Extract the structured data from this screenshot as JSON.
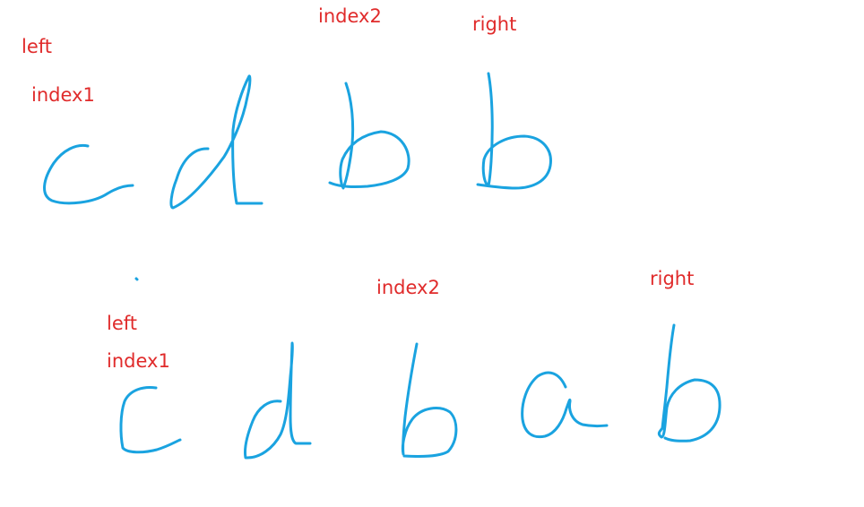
{
  "colors": {
    "label": "#e02b2b",
    "stroke": "#1aa3e0",
    "background": "#ffffff"
  },
  "top_row": {
    "letters": [
      "c",
      "d",
      "b",
      "b"
    ],
    "labels": {
      "left": "left",
      "index1": "index1",
      "index2": "index2",
      "right": "right"
    }
  },
  "bottom_row": {
    "letters": [
      "c",
      "d",
      "b",
      "a",
      "b"
    ],
    "labels": {
      "left": "left",
      "index1": "index1",
      "index2": "index2",
      "right": "right"
    }
  }
}
